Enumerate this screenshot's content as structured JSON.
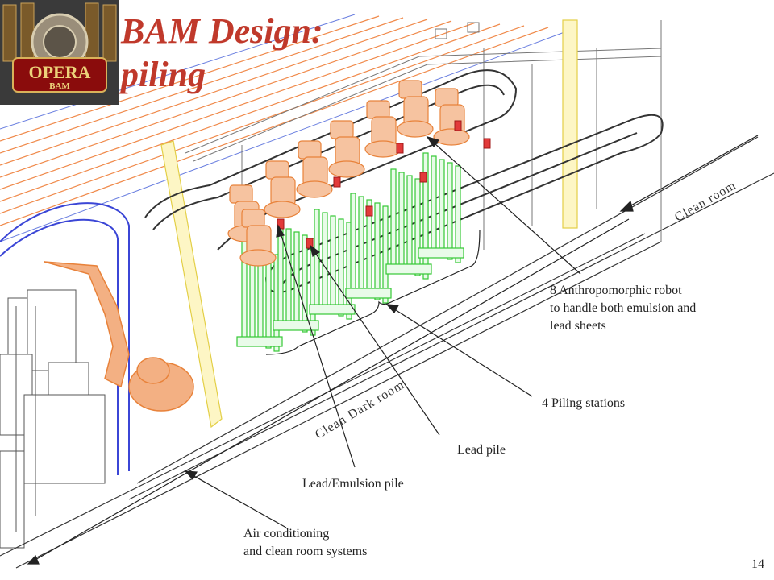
{
  "slide": {
    "title_line1": "BAM Design:",
    "title_line2": "piling",
    "page_number": "14"
  },
  "logo": {
    "text": "OPERA",
    "subtext": "BAM"
  },
  "labels": {
    "robots_line1": "8 Anthropomorphic robot",
    "robots_line2": "to handle both emulsion and",
    "robots_line3": "lead sheets",
    "piling_stations": "4 Piling stations",
    "lead_pile": "Lead pile",
    "lead_emulsion_pile": "Lead/Emulsion pile",
    "air_line1": "Air conditioning",
    "air_line2": "and clean room systems",
    "clean_room": "Clean room",
    "clean_dark_room": "Clean Dark room"
  },
  "colors": {
    "title": "#c0392b",
    "robot": "#e8823a",
    "pile": "#35c935",
    "structure": "#f08a4b",
    "conveyor": "#333333",
    "enclosure": "#3b46d6",
    "yellow_beam": "#f3e36a"
  }
}
